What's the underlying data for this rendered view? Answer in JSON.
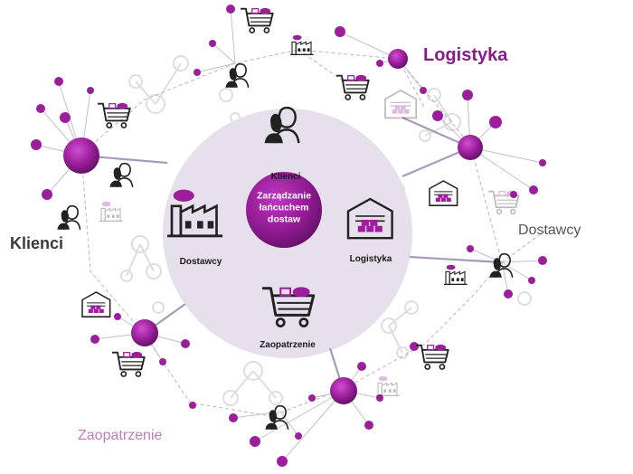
{
  "diagram": {
    "core": {
      "line1": "Zarządzanie",
      "line2": "łańcuchem",
      "line3": "dostaw"
    },
    "inner_labels": {
      "klienci": "Klienci",
      "dostawcy": "Dostawcy",
      "logistyka": "Logistyka",
      "zaopatrzenie": "Zaopatrzenie"
    },
    "outer_labels": {
      "logistyka": "Logistyka",
      "klienci": "Klienci",
      "dostawcy": "Dostawcy",
      "zaopatrzenie": "Zaopatrzenie"
    }
  },
  "colors": {
    "accent": "#8b1a8b",
    "node": "#9b1f9b",
    "circle_fill": "#e6e0ec",
    "line": "#a89ab8",
    "ghost": "#dcdcdc"
  }
}
